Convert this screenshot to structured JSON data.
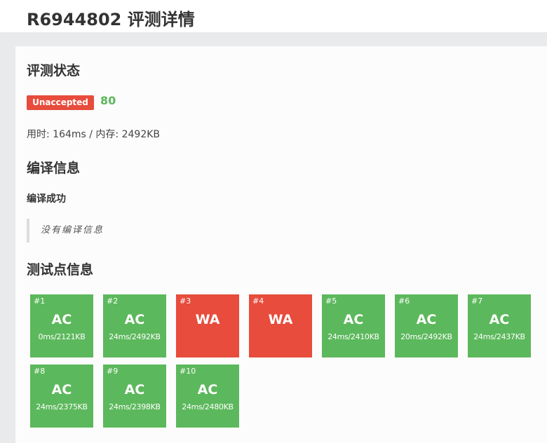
{
  "header": {
    "title": "R6944802 评测详情"
  },
  "status_section": {
    "heading": "评测状态",
    "badge": "Unaccepted",
    "score": "80",
    "usage": "用时: 164ms / 内存: 2492KB"
  },
  "compile_section": {
    "heading": "编译信息",
    "status": "编译成功",
    "message": "没有编译信息"
  },
  "testcase_section": {
    "heading": "测试点信息",
    "cases": [
      {
        "id": "#1",
        "result": "AC",
        "usage": "0ms/2121KB"
      },
      {
        "id": "#2",
        "result": "AC",
        "usage": "24ms/2492KB"
      },
      {
        "id": "#3",
        "result": "WA",
        "usage": ""
      },
      {
        "id": "#4",
        "result": "WA",
        "usage": ""
      },
      {
        "id": "#5",
        "result": "AC",
        "usage": "24ms/2410KB"
      },
      {
        "id": "#6",
        "result": "AC",
        "usage": "20ms/2492KB"
      },
      {
        "id": "#7",
        "result": "AC",
        "usage": "24ms/2437KB"
      },
      {
        "id": "#8",
        "result": "AC",
        "usage": "24ms/2375KB"
      },
      {
        "id": "#9",
        "result": "AC",
        "usage": "24ms/2398KB"
      },
      {
        "id": "#10",
        "result": "AC",
        "usage": "24ms/2480KB"
      }
    ]
  },
  "colors": {
    "accepted": "#5cb85c",
    "wrong": "#e74c3c"
  }
}
